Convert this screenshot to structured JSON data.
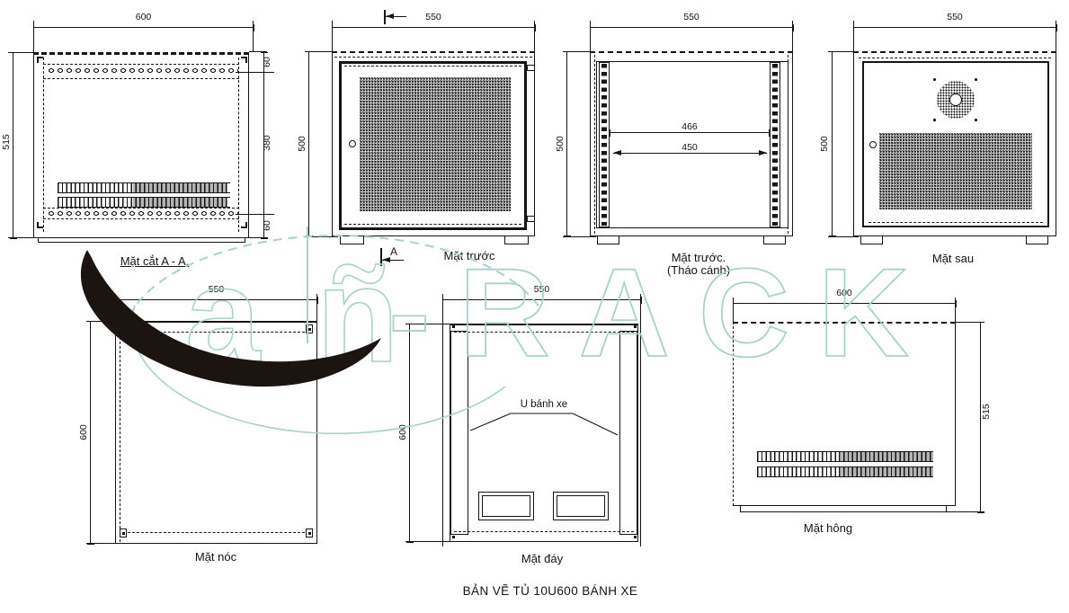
{
  "title": "BẢN VẼ TỦ 10U600 BÁNH XE",
  "watermark": {
    "letter_a": "a",
    "letter_n": "ñ",
    "text": "-RACK",
    "outline_color": "#a9d1cb",
    "swoosh_color": "#1b1410"
  },
  "views": {
    "section": {
      "label": "Mặt cắt A - A.",
      "dim_width": "600",
      "dim_height": "515",
      "dim_right_top": "60",
      "dim_right_mid": "380",
      "dim_right_bottom": "60"
    },
    "front": {
      "label": "Mặt trước",
      "dim_width": "550",
      "dim_height": "500",
      "marker": "A"
    },
    "front_open": {
      "label1": "Mặt trước.",
      "label2": "(Tháo cánh)",
      "dim_width": "550",
      "dim_height": "500",
      "dim_rail_outer": "466",
      "dim_rail_inner": "450"
    },
    "rear": {
      "label": "Mặt sau",
      "dim_width": "550",
      "dim_height": "500"
    },
    "top": {
      "label": "Mặt nóc",
      "dim_width": "550",
      "dim_depth": "600"
    },
    "bottom": {
      "label": "Mặt đáy",
      "dim_width": "550",
      "dim_depth": "600",
      "callout": "U bánh xe"
    },
    "side": {
      "label": "Mặt hông",
      "dim_width": "600",
      "dim_height": "515"
    }
  }
}
